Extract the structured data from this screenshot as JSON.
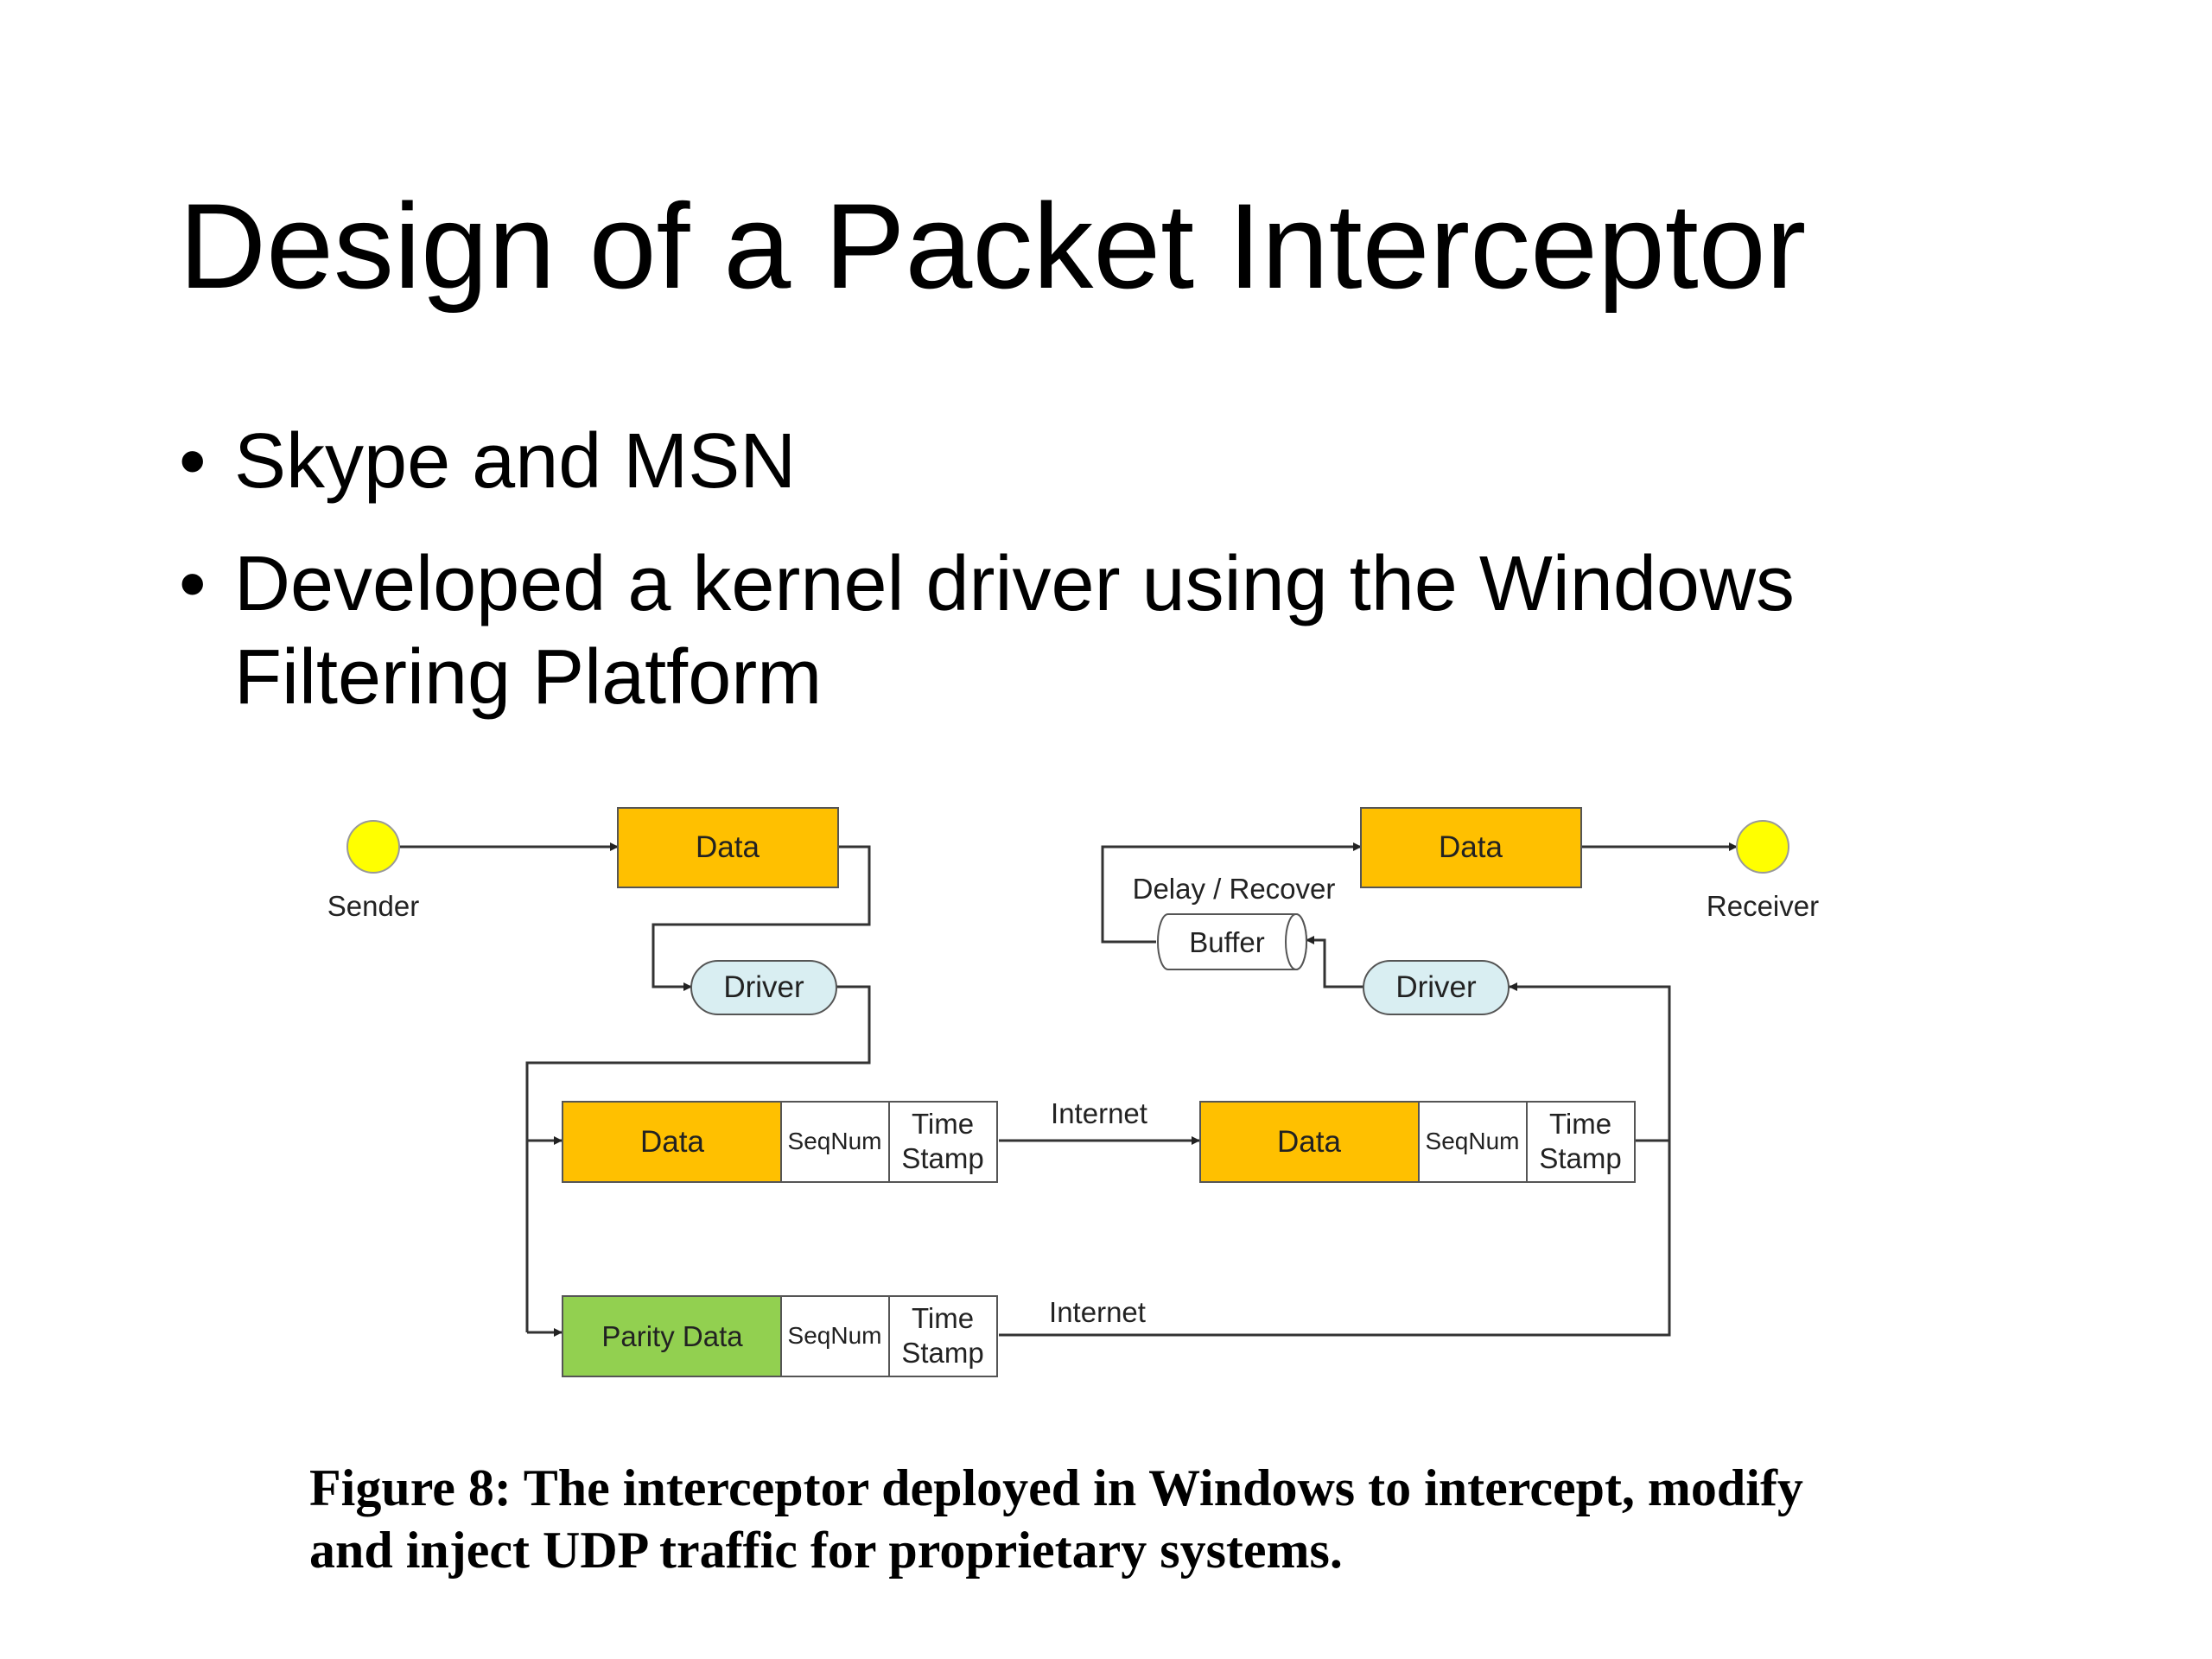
{
  "slide": {
    "title": "Design of a Packet Interceptor",
    "bullets": [
      "Skype and MSN",
      "Developed a kernel driver using the Windows Filtering Platform"
    ]
  },
  "diagram": {
    "sender_label": "Sender",
    "receiver_label": "Receiver",
    "data_label": "Data",
    "driver_label": "Driver",
    "delay_recover_label": "Delay / Recover",
    "buffer_label": "Buffer",
    "seqnum_label": "SeqNum",
    "time_label": "Time",
    "stamp_label": "Stamp",
    "parity_label": "Parity Data",
    "internet_label": "Internet",
    "colors": {
      "data": "#FFC000",
      "parity": "#92D050",
      "driver": "#D9EEF2",
      "node": "#FFFF00"
    }
  },
  "caption": "Figure 8: The interceptor deployed in Windows to intercept, modify and inject UDP traffic for proprietary systems."
}
